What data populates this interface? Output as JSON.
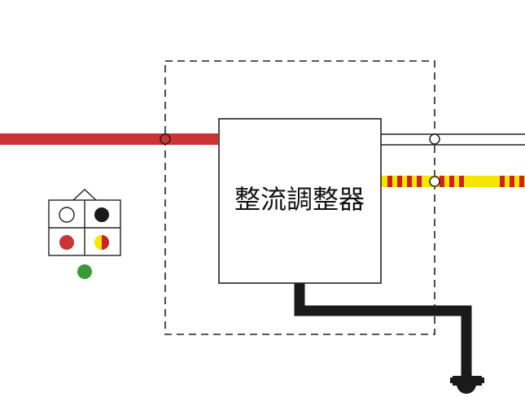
{
  "regulator": {
    "label": "整流調整器"
  },
  "colors": {
    "red_wire": "#cc3333",
    "black_wire": "#1a1a1a",
    "yellow_wire": "#f5e600",
    "yellow_red_stripe": "#cc2222",
    "ground_dot": "#3a9a3a",
    "outline": "#222222"
  },
  "connector_pins": [
    {
      "position": "top-left",
      "fill": "white"
    },
    {
      "position": "top-right",
      "fill": "black"
    },
    {
      "position": "bottom-left",
      "fill": "red"
    },
    {
      "position": "bottom-right",
      "fill": "yellow/red"
    }
  ],
  "icons": {
    "ground_symbol": "ground-terminal-icon",
    "splice_point": "splice-circle-icon"
  }
}
